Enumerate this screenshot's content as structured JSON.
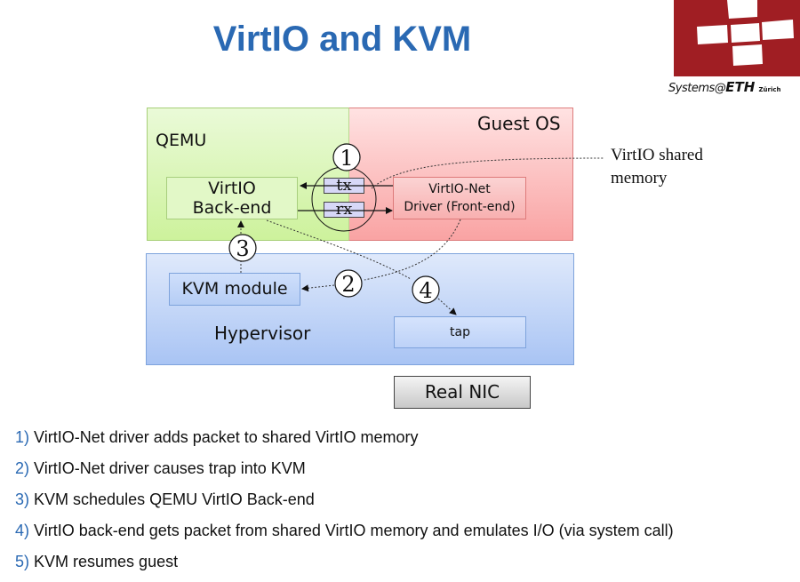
{
  "slide": {
    "title": "VirtIO and KVM",
    "logo": {
      "prefix": "Systems@",
      "brand": "ETH",
      "suffix": "Zürich",
      "color": "#a01e23"
    }
  },
  "diagram": {
    "regions": {
      "qemu": "QEMU",
      "guest_os": "Guest OS",
      "hypervisor": "Hypervisor"
    },
    "boxes": {
      "backend_line1": "VirtIO",
      "backend_line2": "Back-end",
      "frontend_line1": "VirtIO-Net",
      "frontend_line2": "Driver (Front-end)",
      "kvm_module": "KVM module",
      "tap": "tap",
      "real_nic": "Real NIC"
    },
    "rings": {
      "tx": "tx",
      "rx": "rx"
    },
    "step_markers": [
      "1",
      "2",
      "3",
      "4"
    ],
    "callout": "VirtIO shared memory",
    "colors": {
      "qemu": "#d9f5b5",
      "guest": "#fbc3c3",
      "hypervisor": "#c3d6f8",
      "ring": "#d7d8f7"
    }
  },
  "steps": [
    {
      "num": "1)",
      "text": "VirtIO-Net driver adds packet to shared VirtIO memory"
    },
    {
      "num": "2)",
      "text": "VirtIO-Net driver causes trap into KVM"
    },
    {
      "num": "3)",
      "text": "KVM schedules QEMU VirtIO Back-end"
    },
    {
      "num": "4)",
      "text": "VirtIO back-end gets packet from shared VirtIO memory and emulates I/O (via system call)"
    },
    {
      "num": "5)",
      "text": "KVM resumes guest"
    }
  ],
  "accent_color": "#2a69b3"
}
